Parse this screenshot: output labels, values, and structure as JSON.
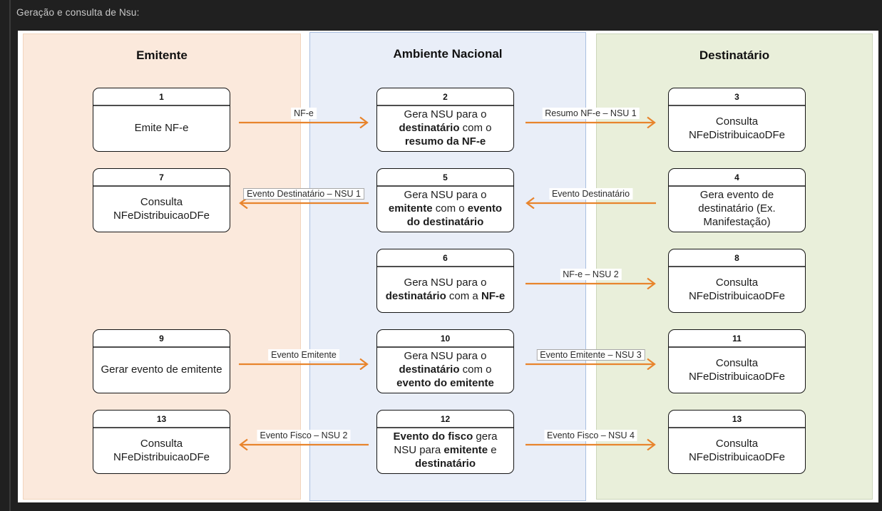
{
  "page": {
    "heading": "Geração e consulta de Nsu:"
  },
  "colors": {
    "page_bg": "#202020",
    "diagram_bg": "#ffffff",
    "arrow": "#e8842c",
    "col_emitente_bg": "#fbe9dc",
    "col_ambiente_bg": "#e9eef8",
    "col_destinatario_bg": "#e9efda"
  },
  "diagram": {
    "columns": [
      {
        "key": "emitente",
        "title": "Emitente"
      },
      {
        "key": "ambiente-nacional",
        "title": "Ambiente Nacional"
      },
      {
        "key": "destinatario",
        "title": "Destinatário"
      }
    ],
    "nodes": [
      {
        "number": "1",
        "col": "left",
        "row": 1,
        "segments": [
          {
            "text": "Emite NF-e",
            "bold": false
          }
        ]
      },
      {
        "number": "2",
        "col": "mid",
        "row": 1,
        "segments": [
          {
            "text": "Gera NSU para o ",
            "bold": false
          },
          {
            "text": "destinatário",
            "bold": true
          },
          {
            "text": " com o ",
            "bold": false
          },
          {
            "text": "resumo da NF-e",
            "bold": true
          }
        ]
      },
      {
        "number": "3",
        "col": "right",
        "row": 1,
        "segments": [
          {
            "text": "Consulta NFeDistribuicaoDFe",
            "bold": false
          }
        ]
      },
      {
        "number": "7",
        "col": "left",
        "row": 2,
        "segments": [
          {
            "text": "Consulta NFeDistribuicaoDFe",
            "bold": false
          }
        ]
      },
      {
        "number": "5",
        "col": "mid",
        "row": 2,
        "segments": [
          {
            "text": "Gera NSU para o ",
            "bold": false
          },
          {
            "text": "emitente",
            "bold": true
          },
          {
            "text": " com o ",
            "bold": false
          },
          {
            "text": "evento do destinatário",
            "bold": true
          }
        ]
      },
      {
        "number": "4",
        "col": "right",
        "row": 2,
        "segments": [
          {
            "text": "Gera evento de destinatário (Ex. Manifestação)",
            "bold": false
          }
        ]
      },
      {
        "number": "6",
        "col": "mid",
        "row": 3,
        "segments": [
          {
            "text": "Gera NSU para o ",
            "bold": false
          },
          {
            "text": "destinatário",
            "bold": true
          },
          {
            "text": " com a ",
            "bold": false
          },
          {
            "text": "NF-e",
            "bold": true
          }
        ]
      },
      {
        "number": "8",
        "col": "right",
        "row": 3,
        "segments": [
          {
            "text": "Consulta NFeDistribuicaoDFe",
            "bold": false
          }
        ]
      },
      {
        "number": "9",
        "col": "left",
        "row": 4,
        "segments": [
          {
            "text": "Gerar evento de emitente",
            "bold": false
          }
        ]
      },
      {
        "number": "10",
        "col": "mid",
        "row": 4,
        "segments": [
          {
            "text": "Gera NSU para o ",
            "bold": false
          },
          {
            "text": "destinatário",
            "bold": true
          },
          {
            "text": " com o ",
            "bold": false
          },
          {
            "text": "evento do emitente",
            "bold": true
          }
        ]
      },
      {
        "number": "11",
        "col": "right",
        "row": 4,
        "segments": [
          {
            "text": "Consulta NFeDistribuicaoDFe",
            "bold": false
          }
        ]
      },
      {
        "number": "13",
        "col": "left",
        "row": 5,
        "segments": [
          {
            "text": "Consulta NFeDistribuicaoDFe",
            "bold": false
          }
        ]
      },
      {
        "number": "12",
        "col": "mid",
        "row": 5,
        "segments": [
          {
            "text": "Evento do fisco",
            "bold": true
          },
          {
            "text": " gera NSU para ",
            "bold": false
          },
          {
            "text": "emitente",
            "bold": true
          },
          {
            "text": " e ",
            "bold": false
          },
          {
            "text": "destinatário",
            "bold": true
          }
        ]
      },
      {
        "number": "13",
        "col": "right",
        "row": 5,
        "segments": [
          {
            "text": "Consulta NFeDistribuicaoDFe",
            "bold": false
          }
        ]
      }
    ],
    "arrows": [
      {
        "row": 1,
        "between": [
          "left",
          "mid"
        ],
        "direction": "right",
        "label": "NF-e",
        "label_bordered": false
      },
      {
        "row": 1,
        "between": [
          "mid",
          "right"
        ],
        "direction": "right",
        "label": "Resumo NF-e – NSU 1",
        "label_bordered": false
      },
      {
        "row": 2,
        "between": [
          "left",
          "mid"
        ],
        "direction": "left",
        "label": "Evento Destinatário – NSU 1",
        "label_bordered": true
      },
      {
        "row": 2,
        "between": [
          "mid",
          "right"
        ],
        "direction": "left",
        "label": "Evento Destinatário",
        "label_bordered": false
      },
      {
        "row": 3,
        "between": [
          "mid",
          "right"
        ],
        "direction": "right",
        "label": "NF-e – NSU 2",
        "label_bordered": false
      },
      {
        "row": 4,
        "between": [
          "left",
          "mid"
        ],
        "direction": "right",
        "label": "Evento Emitente",
        "label_bordered": false
      },
      {
        "row": 4,
        "between": [
          "mid",
          "right"
        ],
        "direction": "right",
        "label": "Evento Emitente – NSU 3",
        "label_bordered": true
      },
      {
        "row": 5,
        "between": [
          "left",
          "mid"
        ],
        "direction": "left",
        "label": "Evento Fisco – NSU 2",
        "label_bordered": false
      },
      {
        "row": 5,
        "between": [
          "mid",
          "right"
        ],
        "direction": "right",
        "label": "Evento Fisco – NSU 4",
        "label_bordered": false
      }
    ]
  }
}
